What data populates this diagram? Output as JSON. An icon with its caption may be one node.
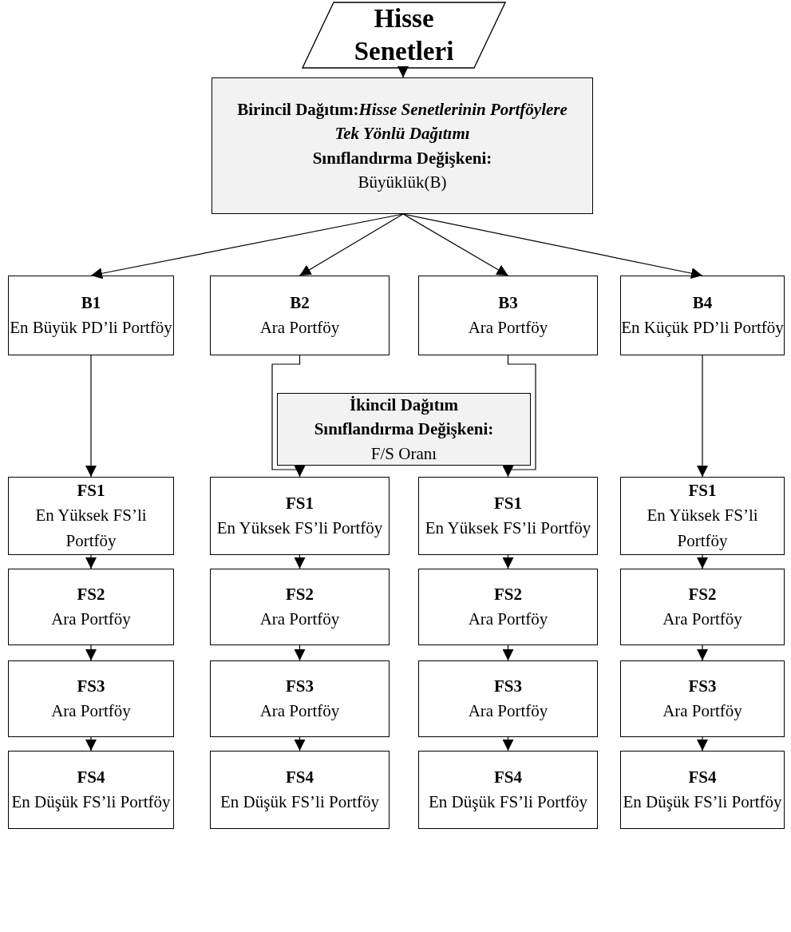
{
  "diagram": {
    "nodes": [
      {
        "text": [
          "Hisse Senetleri"
        ]
      },
      {
        "text": [
          "Birincil Dağıtım:*Hisse Senetlerinin Portföylere Tek Yönlü Dağıtımı*",
          "Sınıflandırma Değişkeni:",
          "Büyüklük(B)"
        ]
      },
      {
        "text": [
          "B1",
          "En Büyük PD’li Portföy"
        ]
      },
      {
        "text": [
          "B2",
          "Ara Portföy"
        ]
      },
      {
        "text": [
          "B3",
          "Ara Portföy"
        ]
      },
      {
        "text": [
          "B4",
          "En Küçük PD’li Portföy"
        ]
      },
      {
        "text": [
          "İkincil Dağıtım",
          "Sınıflandırma Değişkeni:",
          "F/S Oranı"
        ]
      },
      {
        "text": [
          "FS1",
          "En Yüksek FS’li Portföy"
        ]
      },
      {
        "text": [
          "FS1",
          "En Yüksek FS’li Portföy"
        ]
      },
      {
        "text": [
          "FS1",
          "En Yüksek FS’li Portföy"
        ]
      },
      {
        "text": [
          "FS1",
          "En Yüksek FS’li Portföy"
        ]
      },
      {
        "text": [
          "FS2",
          "Ara Portföy"
        ]
      },
      {
        "text": [
          "FS2",
          "Ara Portföy"
        ]
      },
      {
        "text": [
          "FS2",
          "Ara Portföy"
        ]
      },
      {
        "text": [
          "FS2",
          "Ara Portföy"
        ]
      },
      {
        "text": [
          "FS3",
          "Ara Portföy"
        ]
      },
      {
        "text": [
          "FS3",
          "Ara Portföy"
        ]
      },
      {
        "text": [
          "FS3",
          "Ara Portföy"
        ]
      },
      {
        "text": [
          "FS3",
          "Ara Portföy"
        ]
      },
      {
        "text": [
          "FS4",
          "En Düşük FS’li Portföy"
        ]
      },
      {
        "text": [
          "FS4",
          "En Düşük FS’li Portföy"
        ]
      },
      {
        "text": [
          "FS4",
          "En Düşük FS’li Portföy"
        ]
      },
      {
        "text": [
          "FS4",
          "En Düşük FS’li Portföy"
        ]
      }
    ],
    "edges": [
      {
        "from": 0,
        "to": 1,
        "arrow": "to"
      },
      {
        "from": 1,
        "to": 2,
        "arrow": "to"
      },
      {
        "from": 1,
        "to": 3,
        "arrow": "to"
      },
      {
        "from": 1,
        "to": 4,
        "arrow": "to"
      },
      {
        "from": 1,
        "to": 5,
        "arrow": "to"
      },
      {
        "from": 2,
        "to": 7,
        "arrow": "to"
      },
      {
        "from": 3,
        "to": 8,
        "arrow": "to"
      },
      {
        "from": 4,
        "to": 9,
        "arrow": "to"
      },
      {
        "from": 5,
        "to": 10,
        "arrow": "to"
      },
      {
        "from": 7,
        "to": 11,
        "arrow": "to"
      },
      {
        "from": 8,
        "to": 12,
        "arrow": "to"
      },
      {
        "from": 9,
        "to": 13,
        "arrow": "to"
      },
      {
        "from": 10,
        "to": 14,
        "arrow": "to"
      },
      {
        "from": 11,
        "to": 15,
        "arrow": "to"
      },
      {
        "from": 12,
        "to": 16,
        "arrow": "to"
      },
      {
        "from": 13,
        "to": 17,
        "arrow": "to"
      },
      {
        "from": 14,
        "to": 18,
        "arrow": "to"
      },
      {
        "from": 15,
        "to": 19,
        "arrow": "to"
      },
      {
        "from": 16,
        "to": 20,
        "arrow": "to"
      },
      {
        "from": 17,
        "to": 21,
        "arrow": "to"
      },
      {
        "from": 18,
        "to": 22,
        "arrow": "to"
      }
    ]
  }
}
